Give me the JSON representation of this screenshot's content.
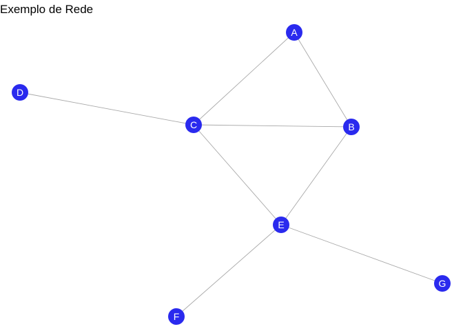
{
  "title": "Exemplo de Rede",
  "colors": {
    "node_fill": "#2a2aee",
    "edge": "#a8a8a8",
    "label": "#ffffff"
  },
  "nodes": [
    {
      "id": "A",
      "label": "A"
    },
    {
      "id": "B",
      "label": "B"
    },
    {
      "id": "C",
      "label": "C"
    },
    {
      "id": "D",
      "label": "D"
    },
    {
      "id": "E",
      "label": "E"
    },
    {
      "id": "F",
      "label": "F"
    },
    {
      "id": "G",
      "label": "G"
    }
  ],
  "edges": [
    {
      "source": "A",
      "target": "C"
    },
    {
      "source": "A",
      "target": "B"
    },
    {
      "source": "C",
      "target": "B"
    },
    {
      "source": "D",
      "target": "C"
    },
    {
      "source": "C",
      "target": "E"
    },
    {
      "source": "B",
      "target": "E"
    },
    {
      "source": "E",
      "target": "F"
    },
    {
      "source": "E",
      "target": "G"
    }
  ]
}
